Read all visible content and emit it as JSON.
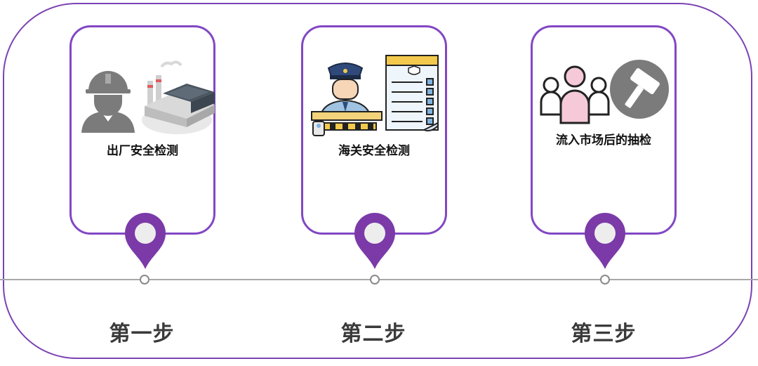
{
  "steps": [
    {
      "card_label": "出厂安全检测",
      "step_label": "第一步",
      "icons": [
        "worker-icon",
        "factory-icon"
      ]
    },
    {
      "card_label": "海关安全检测",
      "step_label": "第二步",
      "icons": [
        "customs-officer-icon",
        "checklist-icon"
      ]
    },
    {
      "card_label": "流入市场后的抽检",
      "step_label": "第三步",
      "icons": [
        "people-icon",
        "gavel-icon"
      ]
    }
  ],
  "colors": {
    "accent": "#7b3aa8",
    "frame": "#7b43b3",
    "timeline": "#a8a8a8"
  }
}
